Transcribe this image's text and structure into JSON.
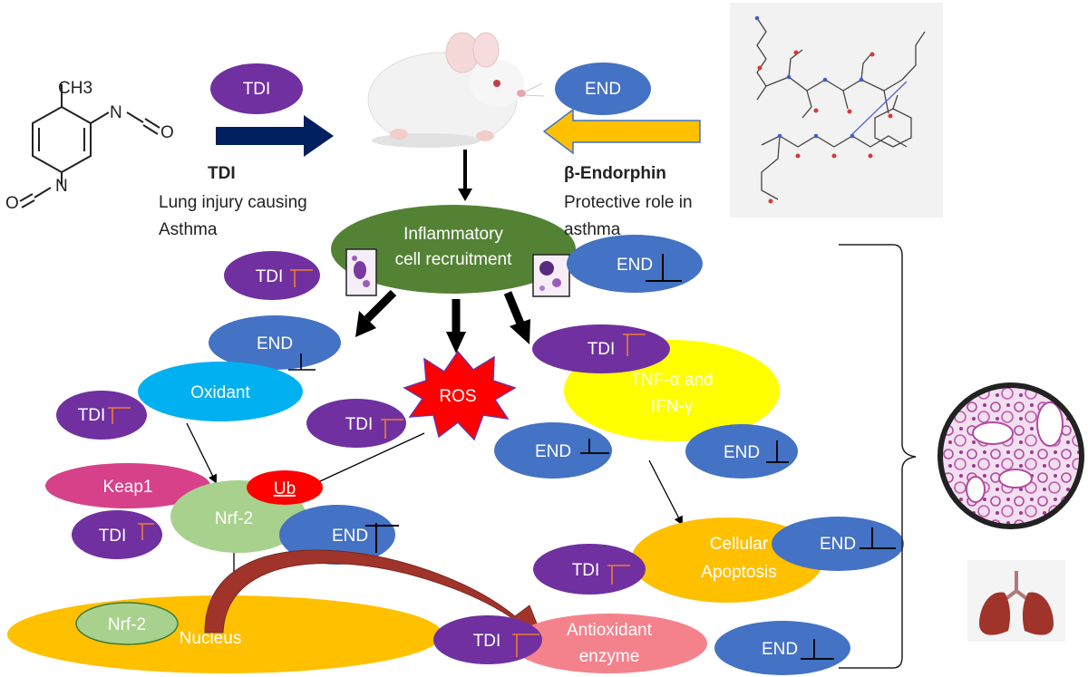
{
  "top": {
    "tdi_label": "TDI",
    "end_label": "END",
    "tdi_title": "TDI",
    "tdi_desc_1": "Lung injury causing",
    "tdi_desc_2": "Asthma",
    "end_title": "β-Endorphin",
    "end_desc_1": "Protective role in",
    "end_desc_2": "asthma",
    "ch3_label": "CH3"
  },
  "nodes": {
    "inflammatory_1": "Inflammatory",
    "inflammatory_2": "cell recruitment",
    "ros": "ROS",
    "oxidant": "Oxidant",
    "tnf_1": "TNF-α and",
    "tnf_2": "IFN-γ",
    "keap1": "Keap1",
    "ub": "Ub",
    "nrf2": "Nrf-2",
    "nrf2_nucleus": "Nrf-2",
    "nucleus": "Nucleus",
    "apoptosis_1": "Cellular",
    "apoptosis_2": "Apoptosis",
    "antioxidant_1": "Antioxidant",
    "antioxidant_2": "enzyme"
  },
  "inhibitors": {
    "tdi": "TDI",
    "end": "END"
  },
  "colors": {
    "purple": "#7030a0",
    "blue": "#4472c4",
    "green": "#548235",
    "cyan": "#00b0f0",
    "yellow": "#ffff00",
    "pink": "#d6418a",
    "red": "#ff0000",
    "light_green": "#a9d18e",
    "gold": "#ffc000",
    "salmon": "#f4828c",
    "navy": "#002060",
    "orange_arrow": "#ffc000",
    "curve": "#a0342a"
  }
}
